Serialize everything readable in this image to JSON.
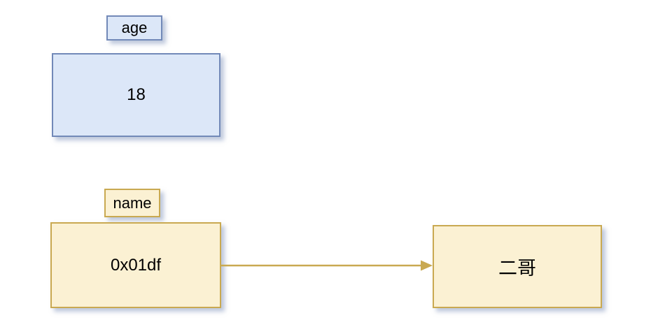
{
  "canvas": {
    "background": "#ffffff"
  },
  "colors": {
    "blue_border": "#7289b8",
    "blue_fill": "#dce7f8",
    "gold_border": "#c9a951",
    "gold_fill": "#fbf1d3",
    "shadow": "rgba(125, 145, 185, 0.5)",
    "text": "#000000"
  },
  "age_variable": {
    "label": "age",
    "value": "18"
  },
  "name_variable": {
    "label": "name",
    "address": "0x01df",
    "object_value": "二哥"
  }
}
